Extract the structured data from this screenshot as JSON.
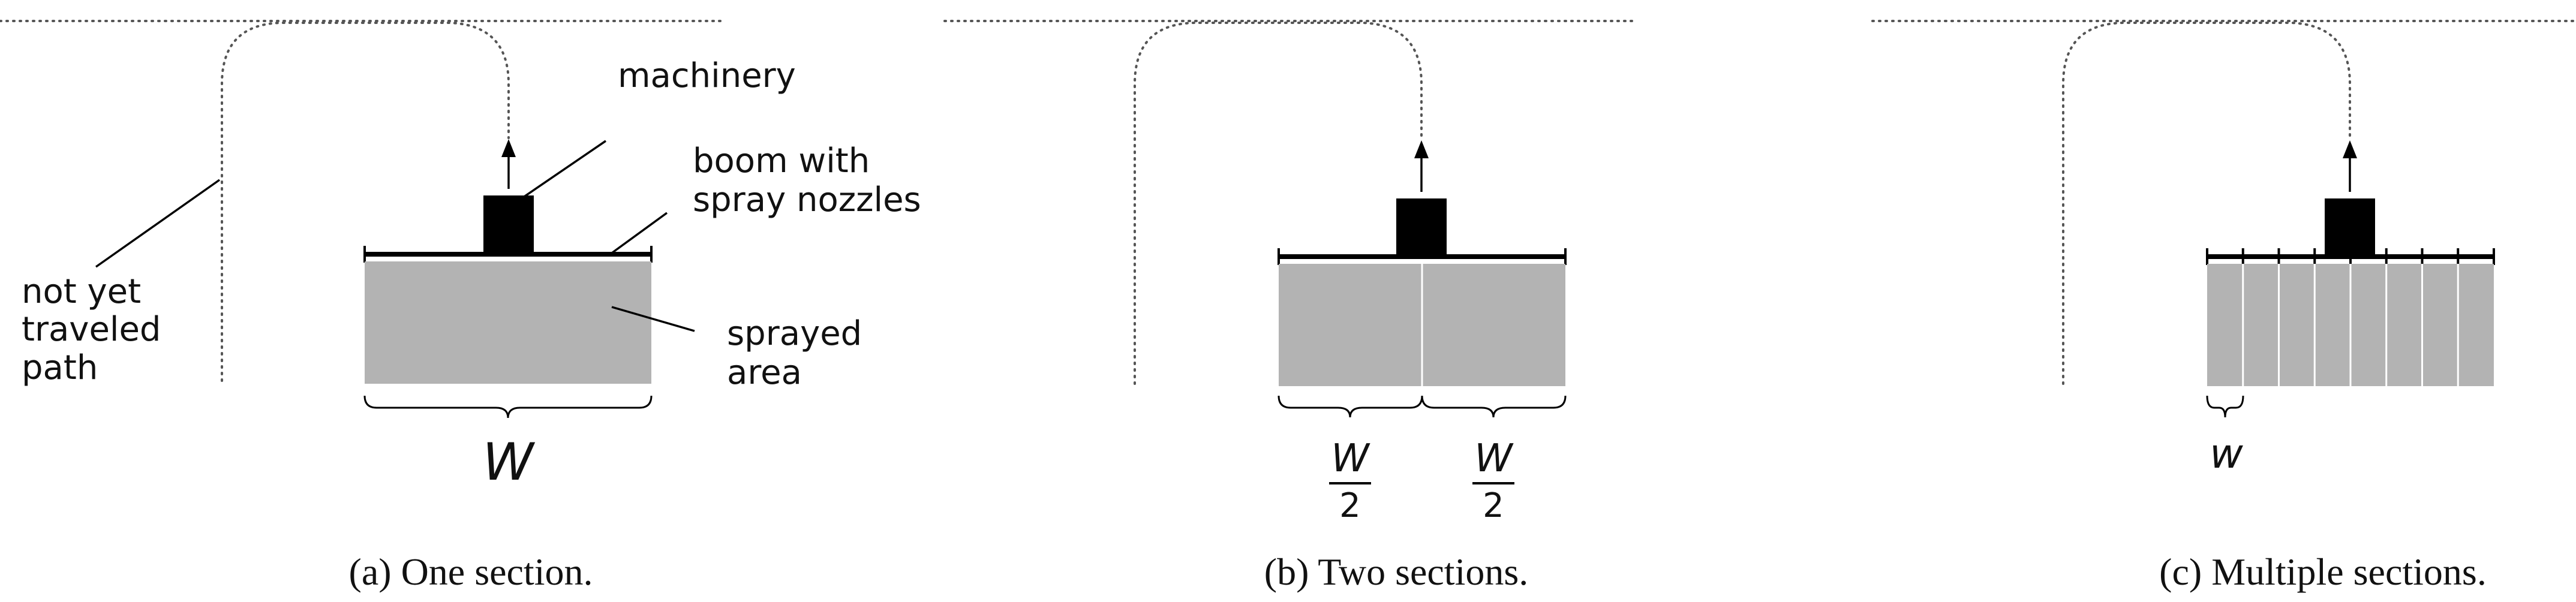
{
  "panels": [
    {
      "caption": "(a) One section.",
      "sections": 1,
      "labels": {
        "machinery": "machinery",
        "boom_line1": "boom with",
        "boom_line2": "spray nozzles",
        "path_line1": "not yet",
        "path_line2": "traveled",
        "path_line3": "path",
        "area_line1": "sprayed",
        "area_line2": "area"
      },
      "width_label": "W"
    },
    {
      "caption": "(b) Two sections.",
      "sections": 2,
      "fraction": {
        "numerator": "W",
        "denominator": "2"
      }
    },
    {
      "caption": "(c) Multiple sections.",
      "sections": 8,
      "width_label": "w"
    }
  ],
  "colors": {
    "sprayed_area": "#b3b3b3",
    "machinery": "#000000",
    "path": "#555555"
  }
}
